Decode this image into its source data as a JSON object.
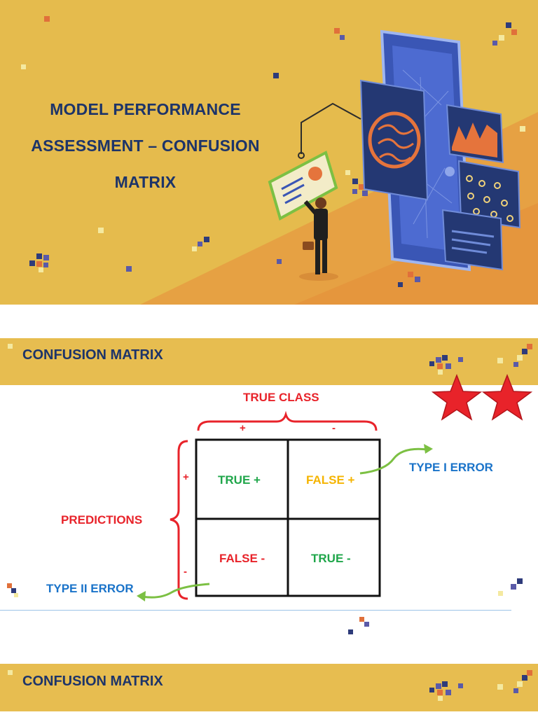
{
  "slide1": {
    "title_line1": "MODEL PERFORMANCE",
    "title_line2": "ASSESSMENT – CONFUSION",
    "title_line3": "MATRIX"
  },
  "slide2": {
    "banner_title": "CONFUSION MATRIX",
    "true_class_label": "TRUE CLASS",
    "predictions_label": "PREDICTIONS",
    "col_plus": "+",
    "col_minus": "-",
    "row_plus": "+",
    "row_minus": "-",
    "cells": {
      "true_positive": "TRUE +",
      "false_positive": "FALSE +",
      "false_negative": "FALSE -",
      "true_negative": "TRUE -"
    },
    "type_i_error": "TYPE I ERROR",
    "type_ii_error": "TYPE II ERROR"
  },
  "slide3": {
    "banner_title": "CONFUSION MATRIX"
  },
  "colors": {
    "banner_yellow": "#e7bd50",
    "title_navy": "#1d3469",
    "label_red": "#e8232a",
    "cell_green": "#1fa64a",
    "cell_orange": "#f5b400",
    "error_blue": "#1a73c9",
    "arrow_green": "#7cc043",
    "star_red": "#e8232a"
  }
}
